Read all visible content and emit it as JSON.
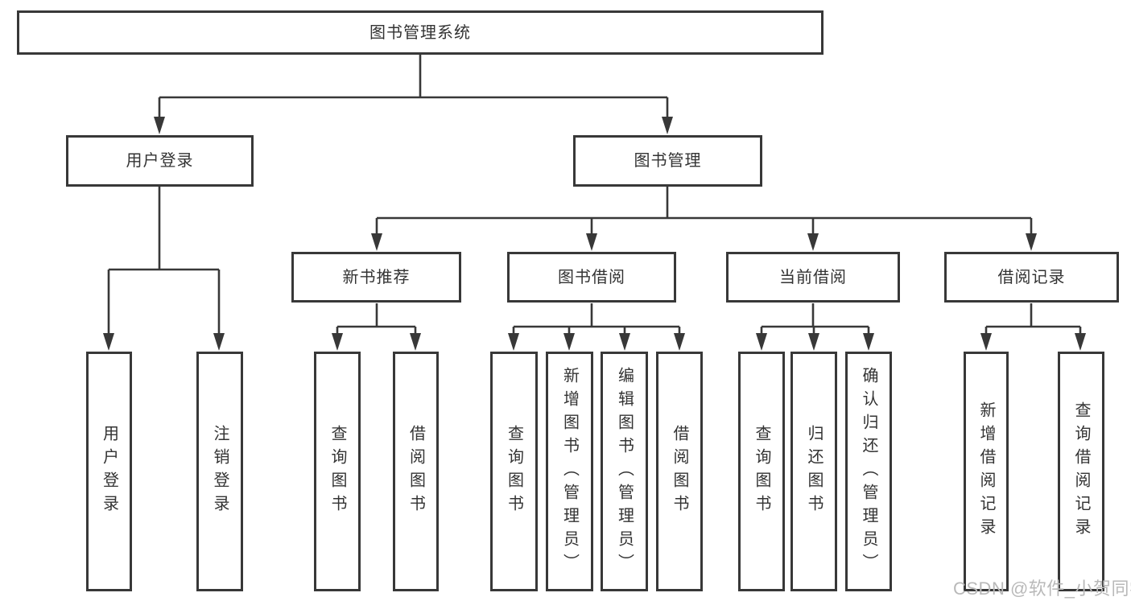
{
  "diagram": {
    "root": {
      "label": "图书管理系统"
    },
    "branches": [
      {
        "label": "用户登录",
        "children": [
          {
            "label": "用户登录"
          },
          {
            "label": "注销登录"
          }
        ]
      },
      {
        "label": "图书管理",
        "children": [
          {
            "label": "新书推荐",
            "children": [
              {
                "label": "查询图书"
              },
              {
                "label": "借阅图书"
              }
            ]
          },
          {
            "label": "图书借阅",
            "children": [
              {
                "label": "查询图书"
              },
              {
                "label": "新增图书（管理员）"
              },
              {
                "label": "编辑图书（管理员）"
              },
              {
                "label": "借阅图书"
              }
            ]
          },
          {
            "label": "当前借阅",
            "children": [
              {
                "label": "查询图书"
              },
              {
                "label": "归还图书"
              },
              {
                "label": "确认归还（管理员）"
              }
            ]
          },
          {
            "label": "借阅记录",
            "children": [
              {
                "label": "新增借阅记录"
              },
              {
                "label": "查询借阅记录"
              }
            ]
          }
        ]
      }
    ]
  },
  "colors": {
    "line": "#383838",
    "border": "#383838",
    "text": "#333333",
    "background": "#ffffff",
    "watermark": "#b9b9b9"
  },
  "watermark": {
    "label": "CSDN @软件_小贺同学"
  }
}
